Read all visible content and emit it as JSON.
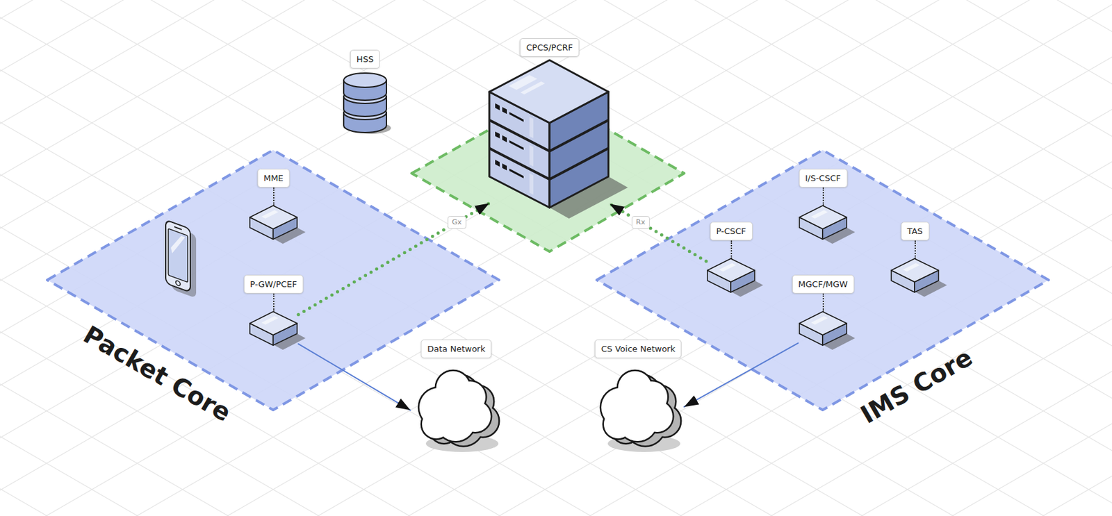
{
  "diagram": {
    "nodes": [
      {
        "text": [
          "HSS"
        ]
      },
      {
        "text": [
          "CPCS/PCRF"
        ]
      },
      {
        "text": [
          "Packet Core"
        ]
      },
      {
        "text": [
          "MME"
        ],
        "in": 2
      },
      {
        "text": [
          "P-GW/PCEF"
        ],
        "in": 2
      },
      {
        "text": [
          "IMS Core"
        ]
      },
      {
        "text": [
          "I/S-CSCF"
        ],
        "in": 5
      },
      {
        "text": [
          "P-CSCF"
        ],
        "in": 5
      },
      {
        "text": [
          "TAS"
        ],
        "in": 5
      },
      {
        "text": [
          "MGCF/MGW"
        ],
        "in": 5
      },
      {
        "text": [
          "Data Network"
        ]
      },
      {
        "text": [
          "CS Voice Network"
        ]
      }
    ],
    "edges": [
      {
        "from": 4,
        "to": 1,
        "arrow": "to",
        "label": "Gx"
      },
      {
        "from": 7,
        "to": 1,
        "arrow": "to",
        "label": "Rx"
      },
      {
        "from": 4,
        "to": 10,
        "arrow": "to"
      },
      {
        "from": 9,
        "to": 11,
        "arrow": "to"
      }
    ]
  }
}
